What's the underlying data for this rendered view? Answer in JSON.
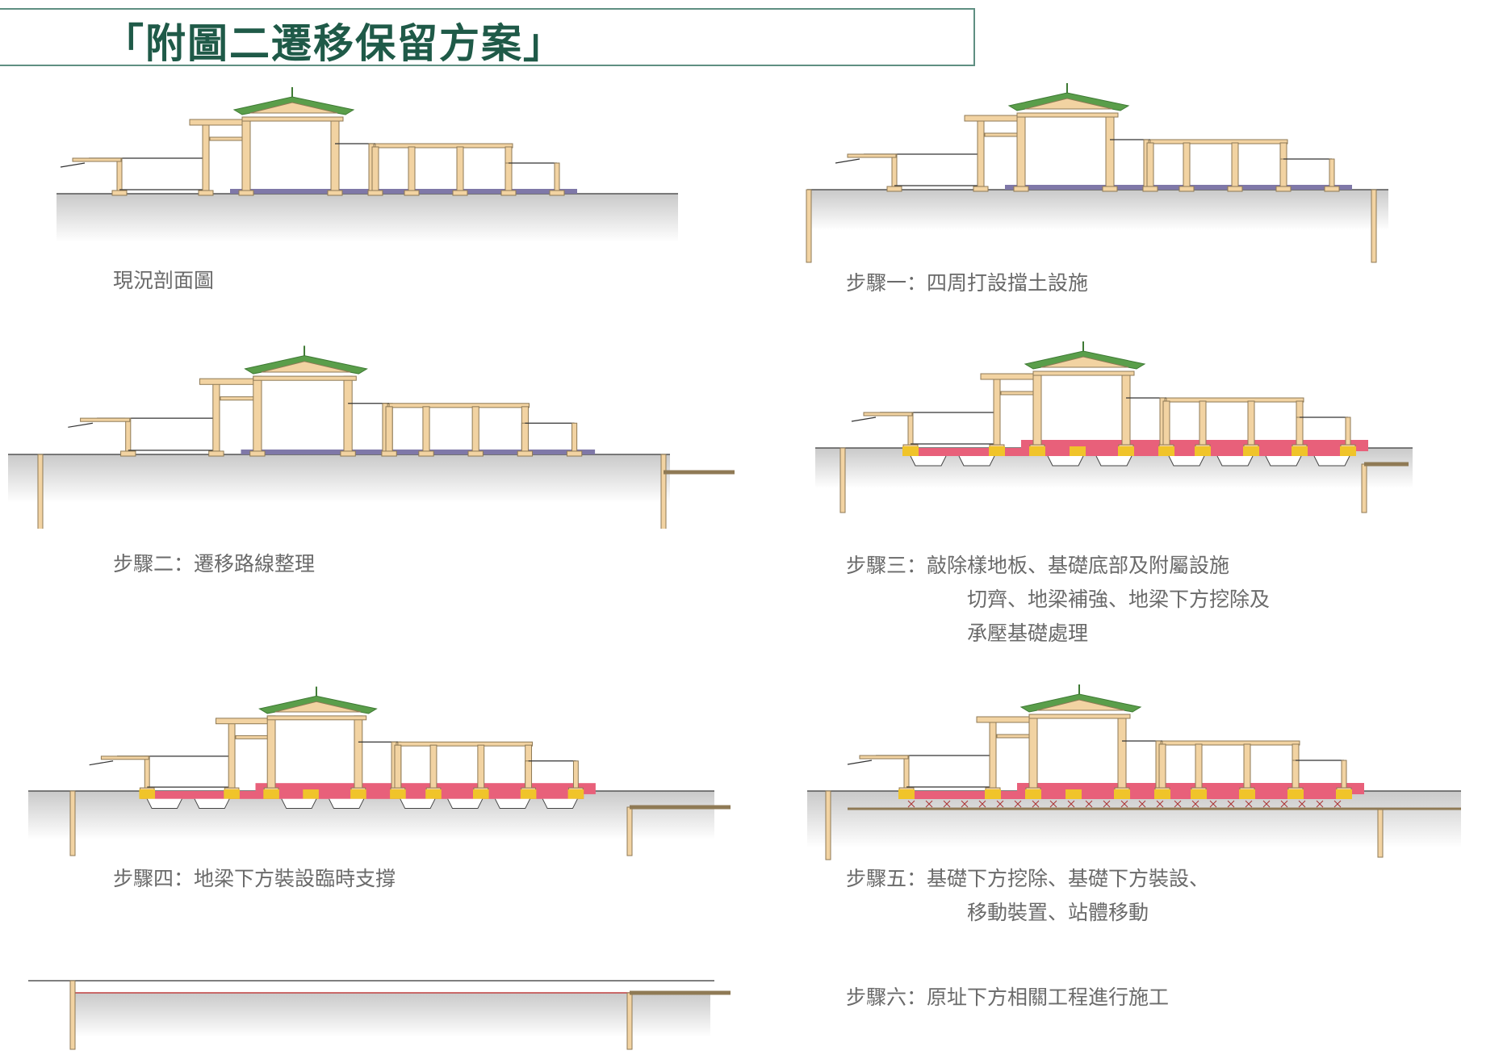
{
  "title": "「附圖二遷移保留方案」",
  "colors": {
    "timber": "#f2d3a2",
    "timber_edge": "#8f7a55",
    "roof_green": "#5a9e4a",
    "floor_purple": "#7f78a8",
    "cut_red": "#e8607a",
    "support_yellow": "#f0c42a",
    "ground_gray": "#c9c9c9",
    "title_green": "#1f5a48"
  },
  "panels": [
    {
      "id": "current",
      "caption_lines": [
        "現況剖面圖"
      ]
    },
    {
      "id": "step1",
      "caption_lines": [
        "步驟一：四周打設擋土設施"
      ]
    },
    {
      "id": "step2",
      "caption_lines": [
        "步驟二：遷移路線整理"
      ]
    },
    {
      "id": "step3",
      "caption_lines": [
        "步驟三：敲除樣地板、基礎底部及附屬設施",
        "切齊、地梁補強、地梁下方挖除及",
        "承壓基礎處理"
      ]
    },
    {
      "id": "step4",
      "caption_lines": [
        "步驟四：地梁下方裝設臨時支撐"
      ]
    },
    {
      "id": "step5",
      "caption_lines": [
        "步驟五：基礎下方挖除、基礎下方裝設、",
        "移動裝置、站體移動"
      ]
    },
    {
      "id": "step6",
      "caption_lines": [
        "步驟六：原址下方相關工程進行施工"
      ]
    }
  ]
}
